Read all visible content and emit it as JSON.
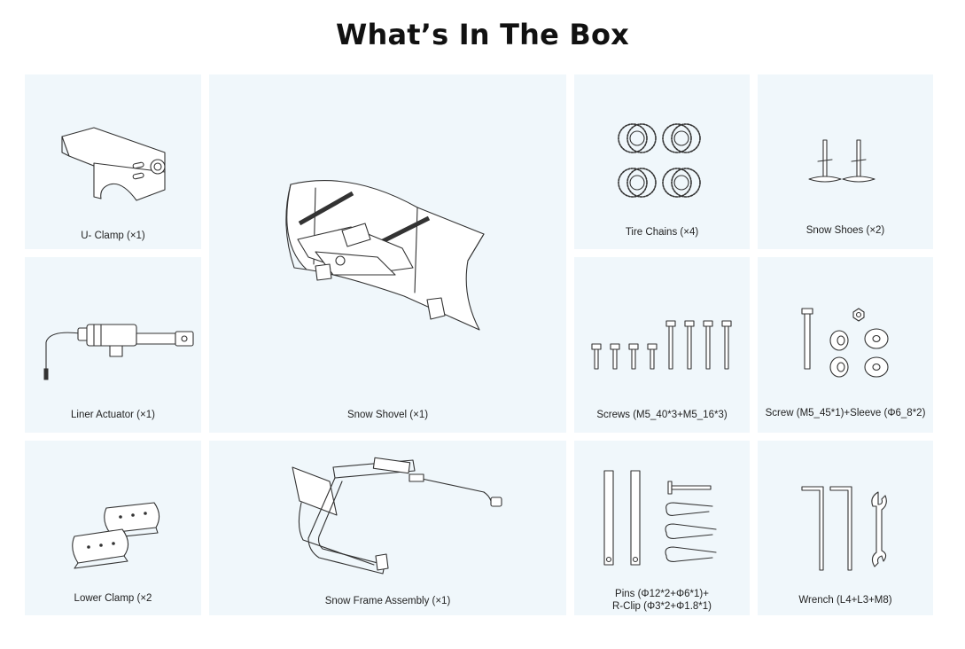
{
  "title": "What’s In The Box",
  "items": [
    {
      "name": "u-clamp",
      "label": "U- Clamp (×1)"
    },
    {
      "name": "snow-shovel",
      "label": "Snow Shovel (×1)"
    },
    {
      "name": "tire-chains",
      "label": "Tire Chains (×4)"
    },
    {
      "name": "snow-shoes",
      "label": "Snow Shoes (×2)"
    },
    {
      "name": "liner-actuator",
      "label": "Liner Actuator (×1)"
    },
    {
      "name": "screws",
      "label": "Screws (M5_40*3+M5_16*3)"
    },
    {
      "name": "screw-sleeve",
      "label": "Screw (M5_45*1)+Sleeve (Φ6_8*2)"
    },
    {
      "name": "lower-clamp",
      "label": "Lower Clamp (×2"
    },
    {
      "name": "snow-frame-assembly",
      "label": "Snow Frame Assembly  (×1)"
    },
    {
      "name": "pins-rclip",
      "label_line1": "Pins (Φ12*2+Φ6*1)+",
      "label_line2": "R-Clip (Φ3*2+Φ1.8*1)"
    },
    {
      "name": "wrench",
      "label": "Wrench (L4+L3+M8)"
    }
  ],
  "colors": {
    "tile_background": "#f0f7fb",
    "line_art": "#333333",
    "title": "#111111"
  },
  "icons": [
    "u-clamp-icon",
    "snow-shovel-icon",
    "tire-chains-icon",
    "snow-shoes-icon",
    "linear-actuator-icon",
    "screws-icon",
    "screw-sleeve-icon",
    "lower-clamp-icon",
    "snow-frame-icon",
    "pins-rclip-icon",
    "wrench-icon"
  ]
}
